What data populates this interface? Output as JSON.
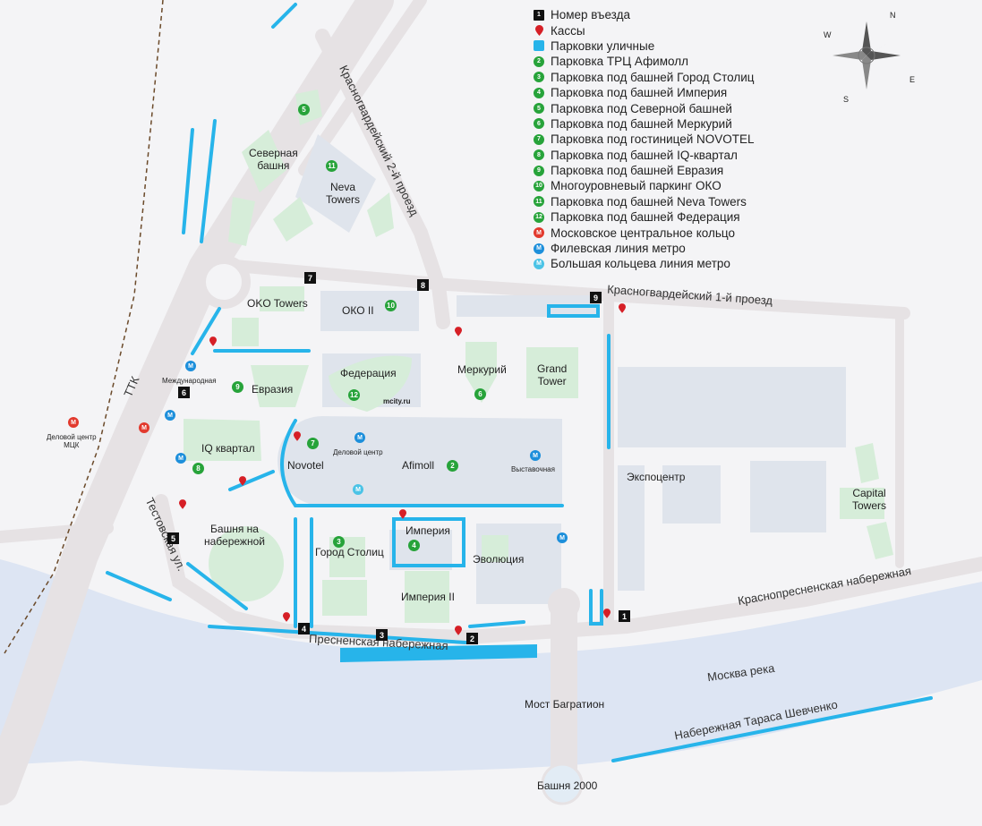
{
  "legend": {
    "entry": "Номер въезда",
    "cash": "Кассы",
    "street_parking": "Парковки уличные",
    "p2": "Парковка ТРЦ Афимолл",
    "p3": "Парковка под башней Город Столиц",
    "p4": "Парковка под башней Империя",
    "p5": "Парковка под Северной башней",
    "p6": "Парковка под башней Меркурий",
    "p7": "Парковка под гостиницей NOVOTEL",
    "p8": "Парковка под башней IQ-квартал",
    "p9": "Парковка под башней Евразия",
    "p10": "Многоуровневый паркинг ОКО",
    "p11": "Парковка под башней Neva Towers",
    "p12": "Парковка под башней Федерация",
    "mck": "Московское центральное кольцо",
    "filevskaya": "Филевская линия метро",
    "bkl": "Большая кольцева линия метро"
  },
  "colors": {
    "background": "#f4f4f6",
    "road": "#e6e2e4",
    "building": "#dfe4ec",
    "green": "#d6edd9",
    "river": "#dde5f3",
    "parking": "#27b4ea",
    "marker_green": "#27a33a",
    "metro_red": "#e23a2e",
    "metro_blue": "#1d8fdb",
    "metro_cyan": "#4bc3e6",
    "cash": "#d61f26",
    "rail": "#6b4a2a"
  },
  "icons": {
    "entry": "black-square-number",
    "cash": "red-pin-icon",
    "parking": "blue-bar",
    "metro": "metro-m-icon",
    "compass": "compass-rose-icon"
  },
  "buildings": {
    "severnaya": "Северная\nбашня",
    "neva": "Neva\nTowers",
    "oko_towers": "OKO Towers",
    "oko2": "ОКО II",
    "federation": "Федерация",
    "mcity": "mcity.ru",
    "merkuriy": "Меркурий",
    "grand": "Grand\nTower",
    "evraziya": "Евразия",
    "iq": "IQ квартал",
    "novotel": "Novotel",
    "afimoll": "Afimoll",
    "ekspocentr": "Экспоцентр",
    "capital": "Capital\nTowers",
    "bashnya_nab": "Башня на\nнабережной",
    "gorod": "Город Столиц",
    "imperiya": "Империя",
    "imperiya2": "Империя II",
    "evolyuciya": "Эволюция",
    "most": "Мост Багратион",
    "b2000": "Башня 2000"
  },
  "stations": {
    "mezhdunarodnaya": "Международная",
    "delovoy_mck": "Деловой центр\nМЦК",
    "delovoy": "Деловой центр",
    "vystavochnaya": "Выставочная"
  },
  "roads": {
    "ttk": "ТТК",
    "kras2": "Красногвардейский 2-й проезд",
    "kras1": "Красногвардейский 1-й проезд",
    "testovskaya": "Тестовская ул.",
    "krasnopres": "Краснопресненская набережная",
    "presnenskaya": "Пресненская набережная",
    "moskva": "Москва река",
    "shevchenko": "Набережная Тараса Шевченко"
  },
  "compass": {
    "n": "N",
    "e": "E",
    "s": "S",
    "w": "W"
  },
  "entries": [
    "1",
    "2",
    "3",
    "4",
    "5",
    "6",
    "7",
    "8",
    "9"
  ],
  "parkings": [
    "2",
    "3",
    "4",
    "5",
    "6",
    "7",
    "8",
    "9",
    "10",
    "11",
    "12"
  ]
}
